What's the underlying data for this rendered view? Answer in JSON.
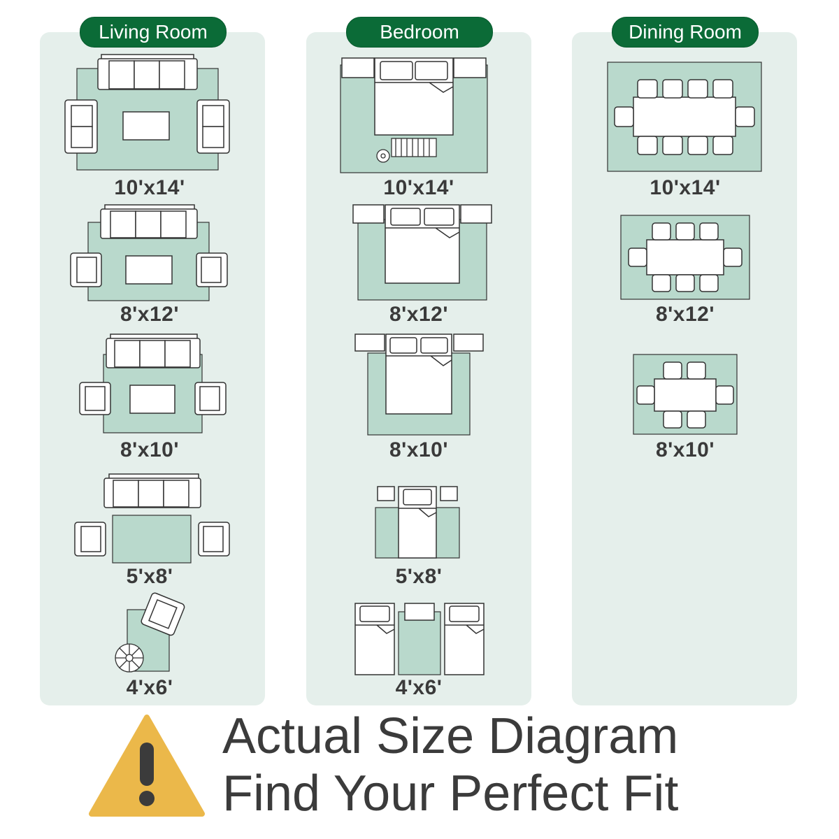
{
  "rooms": [
    {
      "title": "Living Room",
      "sizes": [
        "10'x14'",
        "8'x12'",
        "8'x10'",
        "5'x8'",
        "4'x6'"
      ]
    },
    {
      "title": "Bedroom",
      "sizes": [
        "10'x14'",
        "8'x12'",
        "8'x10'",
        "5'x8'",
        "4'x6'"
      ]
    },
    {
      "title": "Dining Room",
      "sizes": [
        "10'x14'",
        "8'x12'",
        "8'x10'"
      ]
    }
  ],
  "headline": {
    "line1": "Actual Size Diagram",
    "line2": "Find Your Perfect Fit"
  },
  "colors": {
    "panel_bg": "#e5efeb",
    "rug": "#b9d9cc",
    "pill": "#0b6b37",
    "warning": "#ebb84a"
  }
}
